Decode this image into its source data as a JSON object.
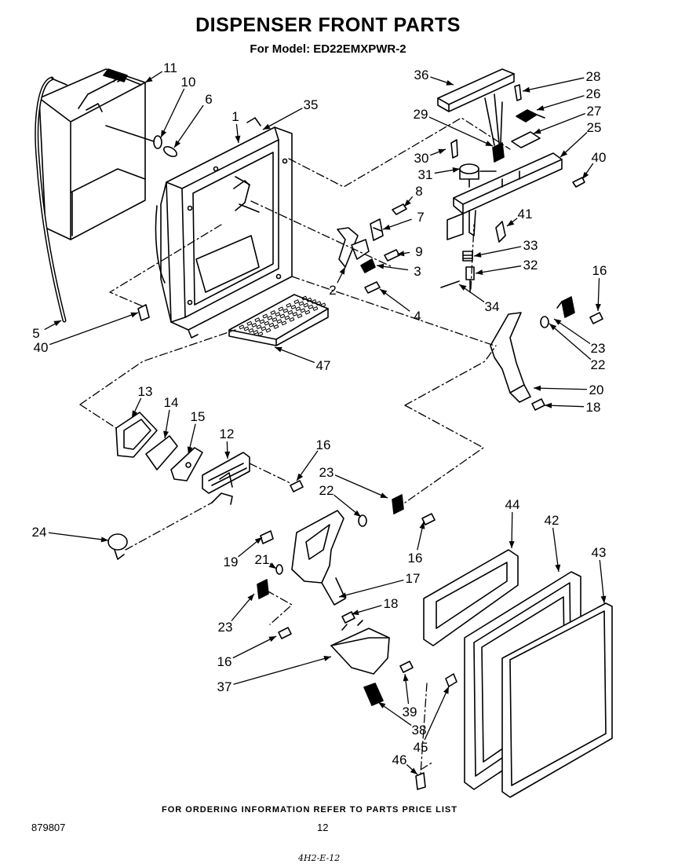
{
  "header": {
    "title": "DISPENSER FRONT PARTS",
    "model_line": "For Model: ED22EMXPWR-2"
  },
  "footer": {
    "note": "FOR ORDERING INFORMATION REFER TO PARTS PRICE LIST",
    "document_number": "879807",
    "page_number": "12",
    "handwritten_note": "4H2-E-12"
  },
  "callouts": [
    "11",
    "10",
    "6",
    "1",
    "35",
    "36",
    "28",
    "26",
    "27",
    "29",
    "25",
    "30",
    "40",
    "31",
    "8",
    "7",
    "41",
    "9",
    "33",
    "32",
    "2",
    "3",
    "34",
    "16",
    "4",
    "5",
    "40",
    "47",
    "23",
    "22",
    "20",
    "18",
    "13",
    "14",
    "15",
    "12",
    "16",
    "23",
    "22",
    "24",
    "19",
    "21",
    "16",
    "17",
    "18",
    "23",
    "16",
    "37",
    "44",
    "42",
    "43",
    "39",
    "38",
    "45",
    "46"
  ]
}
